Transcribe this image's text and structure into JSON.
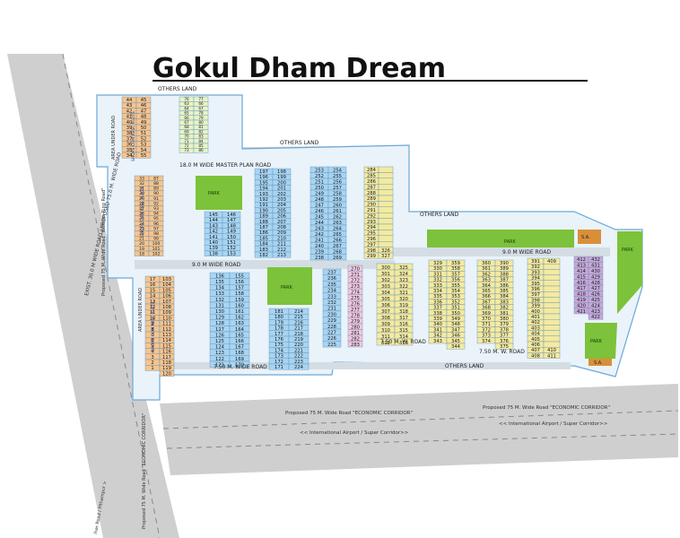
{
  "title": "Gokul Dham Dream",
  "labels": {
    "others_land_top": "OTHERS LAND",
    "others_land_mid": "OTHERS LAND",
    "others_land_right": "OTHERS LAND",
    "others_land_bottom": "OTHERS LAND",
    "master_plan_road": "18.0 M WIDE MASTER PLAN ROAD",
    "road_9m": "9.0 M WIDE ROAD",
    "road_9m_right": "9.0 M WIDE ROAD",
    "road_750_left": "7.50 M. WIDE ROAD",
    "road_750_mid": "7.50 M. W. ROAD",
    "road_750_right": "7.50 M. W. ROAD",
    "area_under_road_top": "AREA UNDER ROAD",
    "area_under_road_left": "AREA UNDER ROAD",
    "highway_left": "EXIST. 30.0 M WIDE ROAD / PROPOSED 75.0 M. WIDE ROAD",
    "ring_road": "Proposed 75 M. Wide Road \"Western Ring Road\"",
    "ec_left": "Proposed 75 M. Wide Road \"ECONOMIC CORRIDOR\"",
    "ec_right": "Proposed 75 M. Wide Road \"ECONOMIC CORRIDOR\"",
    "airport_left": "<< International Airport / Super Corridor>>",
    "airport_right": "<< International Airport / Super Corridor>>",
    "ec_vertical": "Proposed 75 M. Wide Road \"ECONOMIC CORRIDOR\"",
    "pithampur": "ihar Road / Pithampur >",
    "park": "PARK",
    "sa": "S.A.",
    "shops": "SHOPS CUM RESI. PLOTS"
  },
  "colors": {
    "road": "#cfcfcf",
    "blue": "#a8d4f2",
    "yellow": "#f4eaa0",
    "orange": "#f6c48e",
    "green": "#e8f3c7",
    "pink": "#f3c6dd",
    "purple": "#c9a8d8",
    "park": "#7cc23a",
    "sa": "#d98f3a",
    "border": "#6aa9d8"
  },
  "blocks": [
    {
      "id": "a",
      "color": "orange",
      "cols": [
        [
          "44",
          "43",
          "42",
          "41",
          "40",
          "39",
          "38",
          "37",
          "36",
          "35",
          "34"
        ],
        [
          "45",
          "46",
          "47",
          "48",
          "49",
          "50",
          "51",
          "52",
          "53",
          "54",
          "55"
        ]
      ]
    },
    {
      "id": "b",
      "color": "green",
      "cols": [
        [
          "76",
          "63",
          "64",
          "65",
          "66",
          "67",
          "68",
          "69",
          "70",
          "71",
          "72",
          "73"
        ],
        [
          "77",
          "66",
          "67",
          "78",
          "79",
          "80",
          "81",
          "82",
          "83",
          "84",
          "85",
          "86"
        ]
      ]
    },
    {
      "id": "c",
      "color": "orange",
      "cols": [
        [
          "33",
          "32",
          "31",
          "30",
          "29",
          "28",
          "27",
          "26",
          "25",
          "24",
          "23",
          "22",
          "21",
          "20",
          "19",
          "18"
        ],
        [
          "87",
          "88",
          "89",
          "90",
          "91",
          "92",
          "93",
          "94",
          "95",
          "96",
          "97",
          "98",
          "99",
          "100",
          "101",
          "102"
        ]
      ]
    },
    {
      "id": "d",
      "color": "blue",
      "cols": [
        [
          "145",
          "144",
          "143",
          "142",
          "141",
          "140",
          "139",
          "138"
        ],
        [
          "146",
          "147",
          "148",
          "149",
          "150",
          "151",
          "152",
          "153"
        ]
      ]
    },
    {
      "id": "e",
      "color": "blue",
      "cols": [
        [
          "197",
          "196",
          "195",
          "194",
          "193",
          "192",
          "191",
          "190",
          "189",
          "188",
          "187",
          "186",
          "185",
          "184",
          "183",
          "182"
        ],
        [
          "198",
          "199",
          "200",
          "201",
          "202",
          "203",
          "204",
          "205",
          "206",
          "207",
          "208",
          "209",
          "210",
          "211",
          "212",
          "213"
        ]
      ]
    },
    {
      "id": "f",
      "color": "blue",
      "cols": [
        [
          "253",
          "252",
          "251",
          "250",
          "249",
          "248",
          "247",
          "246",
          "245",
          "244",
          "243",
          "242",
          "241",
          "240",
          "239",
          "238"
        ],
        [
          "254",
          "255",
          "256",
          "257",
          "258",
          "259",
          "260",
          "261",
          "262",
          "263",
          "264",
          "265",
          "266",
          "267",
          "268",
          "269"
        ]
      ]
    },
    {
      "id": "g",
      "color": "yellow",
      "cols": [
        [
          "284",
          "285",
          "286",
          "287",
          "288",
          "289",
          "290",
          "291",
          "292",
          "293",
          "294",
          "295",
          "296",
          "297",
          "298",
          "299"
        ],
        [
          "",
          "",
          "",
          "",
          "",
          "",
          "",
          "",
          "",
          "",
          "",
          "",
          "",
          "",
          "326",
          "327"
        ]
      ]
    },
    {
      "id": "h",
      "color": "orange",
      "cols": [
        [
          "17",
          "16",
          "15",
          "14",
          "13",
          "12",
          "11",
          "10",
          "9",
          "8",
          "7",
          "6",
          "5",
          "4",
          "3",
          "2",
          "1"
        ],
        [
          "103",
          "104",
          "105",
          "106",
          "107",
          "108",
          "109",
          "110",
          "111",
          "112",
          "113",
          "114",
          "115",
          "116",
          "117",
          "118",
          "119",
          "120"
        ]
      ]
    },
    {
      "id": "i",
      "color": "blue",
      "cols": [
        [
          "136",
          "135",
          "134",
          "133",
          "132",
          "131",
          "130",
          "129",
          "128",
          "127",
          "126",
          "125",
          "124",
          "123",
          "122",
          "121"
        ],
        [
          "155",
          "156",
          "157",
          "158",
          "159",
          "160",
          "161",
          "162",
          "163",
          "164",
          "165",
          "166",
          "167",
          "168",
          "169",
          "170"
        ]
      ]
    },
    {
      "id": "j",
      "color": "blue",
      "cols": [
        [
          "181",
          "180",
          "179",
          "178",
          "177",
          "176",
          "175",
          "174",
          "173",
          "172",
          "171"
        ],
        [
          "214",
          "215",
          "216",
          "217",
          "218",
          "219",
          "220",
          "221",
          "222",
          "223",
          "224"
        ]
      ]
    },
    {
      "id": "k",
      "color": "blue",
      "cols": [
        [
          "237",
          "236",
          "235",
          "234",
          "233",
          "232",
          "231",
          "230",
          "229",
          "228",
          "227",
          "226",
          "225"
        ]
      ]
    },
    {
      "id": "l",
      "color": "pink",
      "cols": [
        [
          "270",
          "271",
          "272",
          "273",
          "274",
          "275",
          "276",
          "277",
          "278",
          "279",
          "280",
          "281",
          "282",
          "283"
        ]
      ]
    },
    {
      "id": "m",
      "color": "yellow",
      "cols": [
        [
          "300",
          "301",
          "302",
          "303",
          "304",
          "305",
          "306",
          "307",
          "308",
          "309",
          "310",
          "311",
          "312"
        ],
        [
          "325",
          "324",
          "323",
          "322",
          "321",
          "320",
          "319",
          "318",
          "317",
          "316",
          "315",
          "314",
          "313"
        ]
      ]
    },
    {
      "id": "n",
      "color": "yellow",
      "cols": [
        [
          "329",
          "330",
          "331",
          "332",
          "333",
          "334",
          "335",
          "336",
          "337",
          "338",
          "339",
          "340",
          "341",
          "342",
          "343"
        ],
        [
          "359",
          "358",
          "357",
          "356",
          "355",
          "354",
          "353",
          "352",
          "351",
          "350",
          "349",
          "348",
          "347",
          "346",
          "345",
          "344"
        ]
      ]
    },
    {
      "id": "o",
      "color": "yellow",
      "cols": [
        [
          "360",
          "361",
          "362",
          "363",
          "364",
          "365",
          "366",
          "367",
          "368",
          "369",
          "370",
          "371",
          "372",
          "373",
          "374"
        ],
        [
          "390",
          "389",
          "388",
          "387",
          "386",
          "385",
          "384",
          "383",
          "382",
          "381",
          "380",
          "379",
          "378",
          "377",
          "376",
          "375"
        ]
      ]
    },
    {
      "id": "p",
      "color": "yellow",
      "cols": [
        [
          "391",
          "392",
          "393",
          "394",
          "395",
          "396",
          "397",
          "398",
          "399",
          "400",
          "401",
          "402",
          "403",
          "404",
          "405",
          "406",
          "407",
          "408"
        ],
        [
          "409",
          "",
          "",
          "",
          "",
          "",
          "",
          "",
          "",
          "",
          "",
          "",
          "",
          "",
          "",
          "",
          "410",
          "411"
        ]
      ]
    },
    {
      "id": "q",
      "color": "purple",
      "cols": [
        [
          "412",
          "413",
          "414",
          "415",
          "416",
          "417",
          "418",
          "419",
          "420",
          "421"
        ],
        [
          "432",
          "431",
          "430",
          "429",
          "428",
          "427",
          "426",
          "425",
          "424",
          "423",
          "422"
        ]
      ]
    }
  ]
}
